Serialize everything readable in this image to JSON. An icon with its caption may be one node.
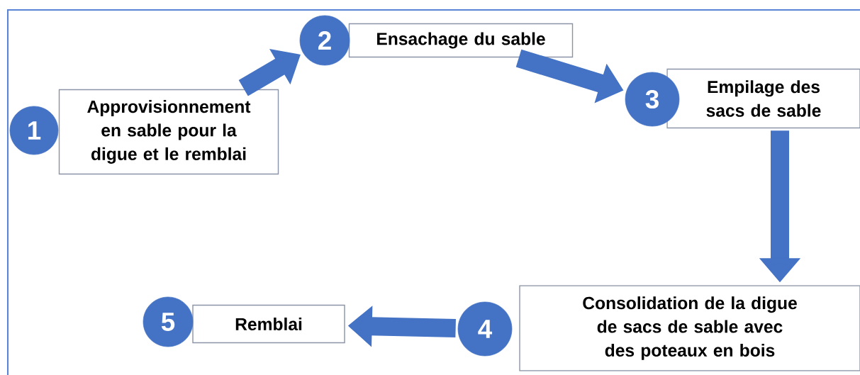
{
  "diagram": {
    "nodes": [
      {
        "text": [
          "1"
        ]
      },
      {
        "text": [
          "Approvisionnement en sable pour la digue et le remblai"
        ]
      },
      {
        "text": [
          "2"
        ]
      },
      {
        "text": [
          "Ensachage du sable"
        ]
      },
      {
        "text": [
          "3"
        ]
      },
      {
        "text": [
          "Empilage des sacs de sable"
        ]
      },
      {
        "text": [
          "4"
        ]
      },
      {
        "text": [
          "Consolidation de la digue de sacs de sable avec des poteaux en bois"
        ]
      },
      {
        "text": [
          "5"
        ]
      },
      {
        "text": [
          "Remblai"
        ]
      }
    ],
    "edges": [
      {
        "from": 1,
        "to": 2,
        "arrow": "to"
      },
      {
        "from": 3,
        "to": 4,
        "arrow": "to"
      },
      {
        "from": 5,
        "to": 7,
        "arrow": "to"
      },
      {
        "from": 6,
        "to": 9,
        "arrow": "to"
      }
    ]
  }
}
